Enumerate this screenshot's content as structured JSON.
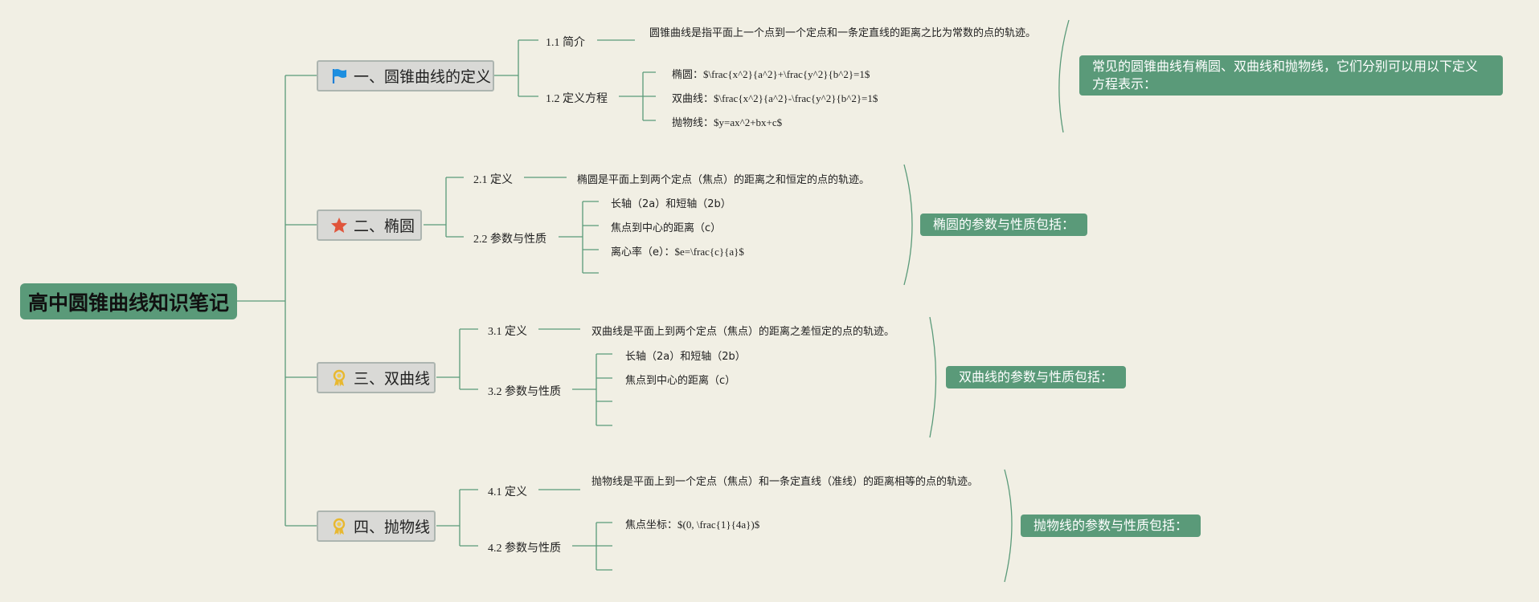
{
  "root": {
    "title": "高中圆锥曲线知识笔记"
  },
  "colors": {
    "line": "#5a9a79",
    "summary_bg": "#5a9a79",
    "main_bg": "#d9d9d6",
    "background": "#f1efe4"
  },
  "sections": [
    {
      "title": "一、圆锥曲线的定义",
      "icon": "blue-flag-icon",
      "items": [
        {
          "label": "1.1 简介",
          "text": "圆锥曲线是指平面上一个点到一个定点和一条定直线的距离之比为常数的点的轨迹。"
        },
        {
          "label": "1.2 定义方程",
          "children": [
            {
              "prefix": "椭圆：",
              "math": "$\\frac{x^2}{a^2}+\\frac{y^2}{b^2}=1$"
            },
            {
              "prefix": "双曲线：",
              "math": "$\\frac{x^2}{a^2}-\\frac{y^2}{b^2}=1$"
            },
            {
              "prefix": "抛物线：",
              "math": "$y=ax^2+bx+c$"
            }
          ]
        }
      ],
      "summary": "常见的圆锥曲线有椭圆、双曲线和抛物线，它们分别可以用以下定义方程表示："
    },
    {
      "title": "二、椭圆",
      "icon": "red-star-icon",
      "items": [
        {
          "label": "2.1 定义",
          "text": "椭圆是平面上到两个定点（焦点）的距离之和恒定的点的轨迹。"
        },
        {
          "label": "2.2 参数与性质",
          "children": [
            {
              "prefix": "长轴（2a）和短轴（2b）",
              "math": ""
            },
            {
              "prefix": "焦点到中心的距离（c）",
              "math": ""
            },
            {
              "prefix": "离心率（e）：",
              "math": "$e=\\frac{c}{a}$"
            },
            {
              "prefix": "",
              "math": ""
            }
          ]
        }
      ],
      "summary": "椭圆的参数与性质包括："
    },
    {
      "title": "三、双曲线",
      "icon": "gold-award-icon",
      "items": [
        {
          "label": "3.1 定义",
          "text": "双曲线是平面上到两个定点（焦点）的距离之差恒定的点的轨迹。"
        },
        {
          "label": "3.2 参数与性质",
          "children": [
            {
              "prefix": "长轴（2a）和短轴（2b）",
              "math": ""
            },
            {
              "prefix": "焦点到中心的距离（c）",
              "math": ""
            },
            {
              "prefix": "",
              "math": ""
            },
            {
              "prefix": "",
              "math": ""
            }
          ]
        }
      ],
      "summary": "双曲线的参数与性质包括："
    },
    {
      "title": "四、抛物线",
      "icon": "gold-award-icon",
      "items": [
        {
          "label": "4.1 定义",
          "text": "抛物线是平面上到一个定点（焦点）和一条定直线（准线）的距离相等的点的轨迹。"
        },
        {
          "label": "4.2 参数与性质",
          "children": [
            {
              "prefix": "焦点坐标：",
              "math": "$(0, \\frac{1}{4a})$"
            },
            {
              "prefix": "",
              "math": ""
            },
            {
              "prefix": "",
              "math": ""
            }
          ]
        }
      ],
      "summary": "抛物线的参数与性质包括："
    }
  ]
}
